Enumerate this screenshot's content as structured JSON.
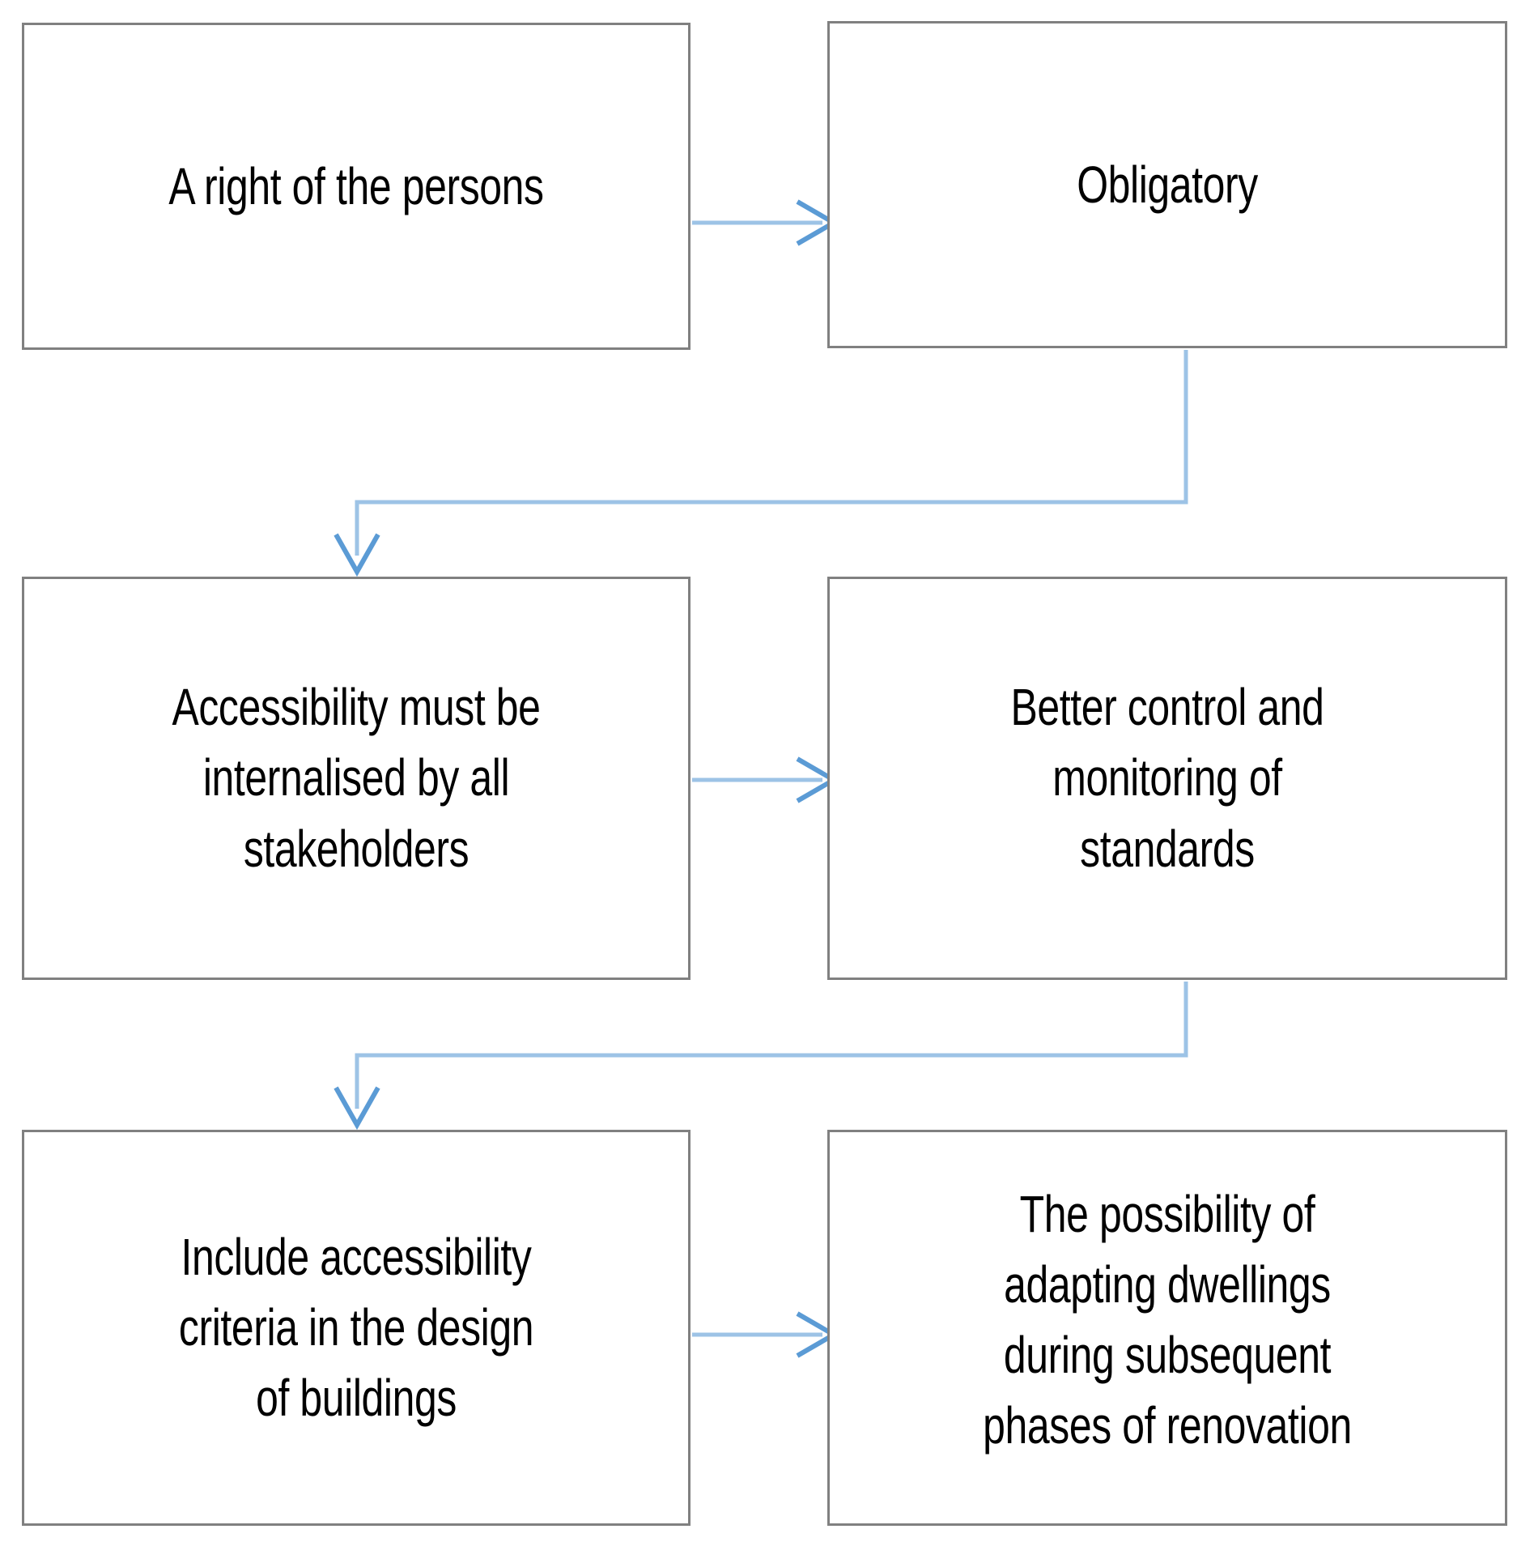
{
  "diagram": {
    "type": "flowchart",
    "title": "",
    "background_color": "#ffffff",
    "box_border_color": "#808080",
    "connector_line_color": "#9DC3E6",
    "connector_head_color": "#5B9BD5",
    "text_color": "#000000",
    "nodes": [
      {
        "id": "node-1",
        "label": "A right of the persons",
        "row": 1,
        "column": "left"
      },
      {
        "id": "node-2",
        "label": "Obligatory",
        "row": 1,
        "column": "right"
      },
      {
        "id": "node-3",
        "label": "Accessibility must be\ninternalised by all\nstakeholders",
        "row": 2,
        "column": "left"
      },
      {
        "id": "node-4",
        "label": "Better control and\nmonitoring of\nstandards",
        "row": 2,
        "column": "right"
      },
      {
        "id": "node-5",
        "label": "Include accessibility\ncriteria in the design\nof buildings",
        "row": 3,
        "column": "left"
      },
      {
        "id": "node-6",
        "label": "The possibility of\nadapting dwellings\nduring subsequent\nphases of renovation",
        "row": 3,
        "column": "right"
      }
    ],
    "edges": [
      {
        "id": "edge-1-2",
        "from": "node-1",
        "to": "node-2",
        "style": "straight-horizontal",
        "direction": "right"
      },
      {
        "id": "edge-2-3",
        "from": "node-2",
        "to": "node-3",
        "style": "elbow",
        "direction": "down-left-down"
      },
      {
        "id": "edge-3-4",
        "from": "node-3",
        "to": "node-4",
        "style": "straight-horizontal",
        "direction": "right"
      },
      {
        "id": "edge-4-5",
        "from": "node-4",
        "to": "node-5",
        "style": "elbow",
        "direction": "down-left-down"
      },
      {
        "id": "edge-5-6",
        "from": "node-5",
        "to": "node-6",
        "style": "straight-horizontal",
        "direction": "right"
      }
    ]
  }
}
